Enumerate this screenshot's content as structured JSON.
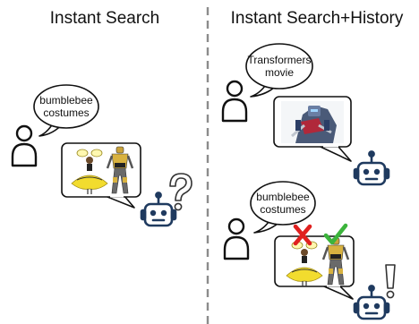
{
  "panels": {
    "left": {
      "title": "Instant Search",
      "query_bubble": [
        "bumblebee",
        "costumes"
      ],
      "agent_reaction_icon": "question-mark-icon"
    },
    "right": {
      "title": "Instant Search+History",
      "history_bubble": [
        "Transformers",
        "movie"
      ],
      "query_bubble": [
        "bumblebee",
        "costumes"
      ],
      "rejected_mark_icon": "red-x-icon",
      "accepted_mark_icon": "green-check-icon",
      "agent_reaction_icon": "exclamation-mark-icon"
    }
  },
  "colors": {
    "robot": "#1f3a5f",
    "reject": "#e0201f",
    "accept": "#3cb43c",
    "costume_yellow": "#f2dc2e",
    "divider": "#8c8c8c"
  }
}
